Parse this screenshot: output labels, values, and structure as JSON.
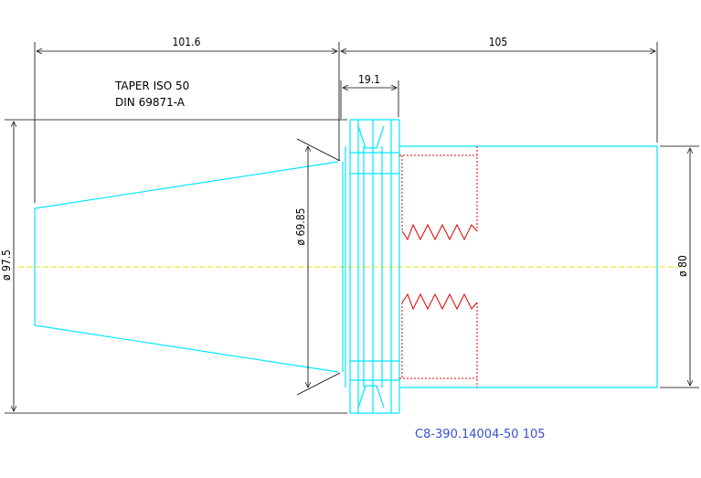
{
  "title_block": {
    "taper_line1": "TAPER ISO 50",
    "taper_line2": "DIN 69871-A",
    "part_code": "C8-390.14004-50 105"
  },
  "dimensions": {
    "taper_length": "101.6",
    "body_length": "105",
    "flange_width": "19.1",
    "flange_diameter": "ø 97.5",
    "gauge_diameter": "ø 69.85",
    "body_diameter": "ø 80"
  },
  "colors": {
    "outline": "#00e5ff",
    "thread": "#e00000",
    "centerline": "#e6e600",
    "dimension": "#000000",
    "part_code": "#3a4fd0"
  }
}
